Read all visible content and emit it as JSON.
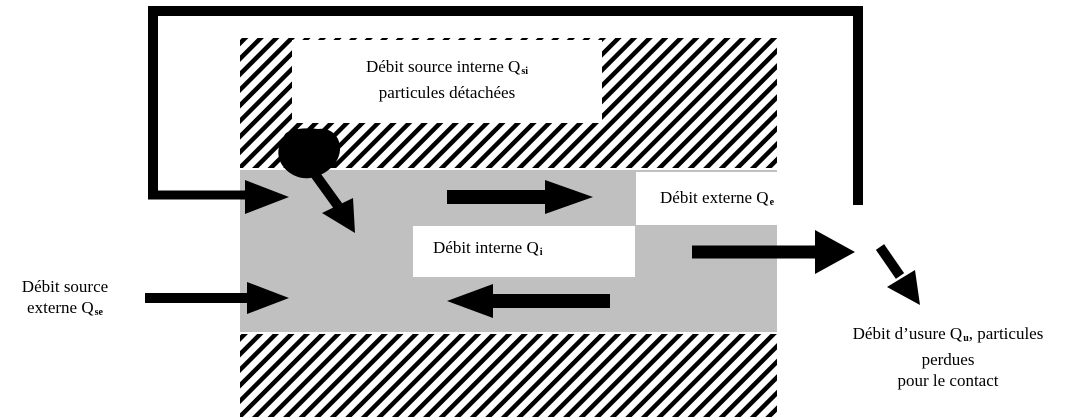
{
  "labels": {
    "source_interne": {
      "line1": "Débit source interne Q",
      "line1_sub": "si",
      "line2": "particules détachées"
    },
    "debit_externe": {
      "text": "Débit externe Q",
      "sub": "e"
    },
    "debit_interne": {
      "text": "Débit interne Q",
      "sub": "i"
    },
    "source_externe": {
      "line1": "Débit source",
      "line2": "externe Q",
      "line2_sub": "se"
    },
    "usure": {
      "line1_a": "Débit d’usure Q",
      "line1_sub": "u",
      "line1_b": ", particules",
      "line2": "perdues",
      "line3": "pour le contact"
    }
  },
  "colors": {
    "contact_zone": "#c0c0c0",
    "ink": "#000000",
    "background": "#ffffff"
  }
}
